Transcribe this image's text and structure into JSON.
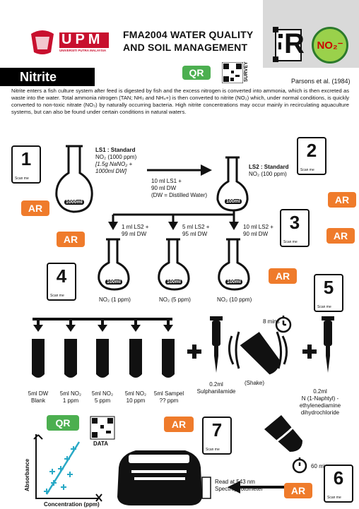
{
  "header": {
    "logo_text": "UPM",
    "logo_subtext": "UNIVERSITI PUTRA MALAYSIA",
    "title_line1": "FMA2004 WATER QUALITY",
    "title_line2": "AND SOIL MANAGEMENT",
    "r_icon_letter": "R",
    "no2_label": "NO₂⁻"
  },
  "section": {
    "title": "Nitrite"
  },
  "qr_label": "QR",
  "survey_label": "SURVEY",
  "data_label": "DATA",
  "ar_label": "AR",
  "scan_me": "Scan me",
  "citation": "Parsons et al. (1984)",
  "intro": "Nitrite enters a fish culture system after feed is digested by fish and the excess nitrogen is converted into ammonia, which is then excreted as waste into the water. Total ammonia nitrogen (TAN; NH₃ and NH₄+) is then converted to nitrite (NO₂) which, under normal conditions, is quickly converted to non-toxic nitrate (NO₃) by naturally occurring bacteria. High nitrite concentrations may occur mainly in recirculating aquaculture systems, but can also be found under certain conditions in natural waters.",
  "steps": [
    "1",
    "2",
    "3",
    "4",
    "5",
    "6",
    "7"
  ],
  "ls1": {
    "title": "LS1 : Standard",
    "line2": "NO₂ (1000 ppm)",
    "line3": "[1.5g NaNO₂ +",
    "line4": "1000ml DW]",
    "flask": "1000ml"
  },
  "dilution1": {
    "line1": "10 ml LS1 +",
    "line2": "90 ml DW",
    "line3": "(DW = Distilled Water)"
  },
  "ls2": {
    "title": "LS2 : Standard",
    "line2": "NO₂ (100 ppm)",
    "flask": "100ml"
  },
  "branches": [
    {
      "line1": "1 ml LS2 +",
      "line2": "99 ml DW",
      "flask": "100ml",
      "caption": "NO₂ (1 ppm)"
    },
    {
      "line1": "5 ml LS2 +",
      "line2": "95 ml DW",
      "flask": "100ml",
      "caption": "NO₂ (5 ppm)"
    },
    {
      "line1": "10 ml LS2 +",
      "line2": "90 ml DW",
      "flask": "100ml",
      "caption": "NO₂ (10 ppm)"
    }
  ],
  "tubes": [
    {
      "line1": "5ml DW",
      "line2": "Blank"
    },
    {
      "line1": "5ml NO₂",
      "line2": "1 ppm"
    },
    {
      "line1": "5ml NO₂",
      "line2": "5 ppm"
    },
    {
      "line1": "5ml NO₂",
      "line2": "10 ppm"
    },
    {
      "line1": "5ml Sampel",
      "line2": "?? ppm"
    }
  ],
  "reagent1": {
    "volume": "0.2ml",
    "name": "Sulphanilamide"
  },
  "shake": {
    "time": "8 mins",
    "label": "(Shake)"
  },
  "reagent2": {
    "volume": "0.2ml",
    "line1": "N (1-Naphtyl) -",
    "line2": "ethylenediamine",
    "line3": "dihydrochloride"
  },
  "wait": {
    "time": "60 mins"
  },
  "spectro": {
    "line1": "Read at 543 nm",
    "line2": "Spectrophotometer"
  },
  "graph": {
    "ylabel": "Absorbance",
    "xlabel": "Concentration (ppm)"
  },
  "colors": {
    "ar": "#ef7b2b",
    "qr": "#4caf50",
    "upm_red": "#c8102e",
    "no2_fill": "#9ad14b"
  }
}
